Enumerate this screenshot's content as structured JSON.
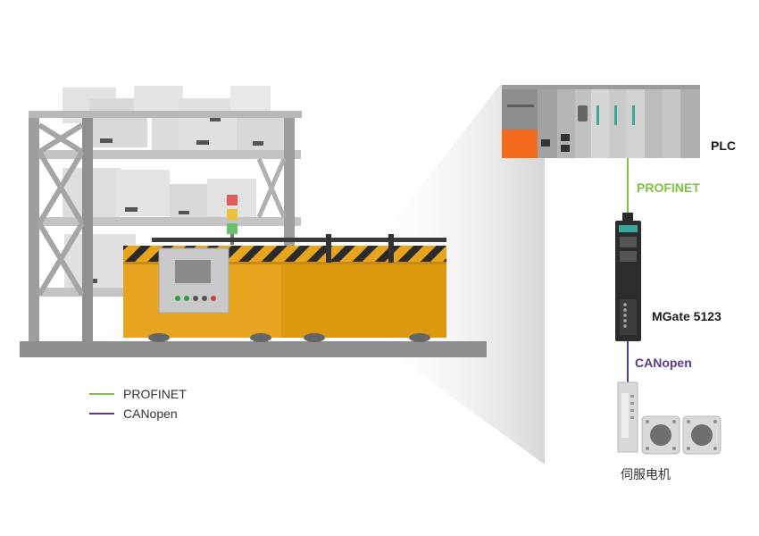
{
  "colors": {
    "profinet": "#7dc242",
    "canopen": "#5b3a8c",
    "agv_body": "#e7a41f",
    "agv_dark": "#d48e10",
    "plc_orange": "#f26a1b",
    "moxa_teal": "#3aa69a"
  },
  "labels": {
    "plc": "PLC",
    "profinet": "PROFINET",
    "mgate": "MGate 5123",
    "canopen": "CANopen",
    "servo": "伺服电机"
  },
  "legend": [
    {
      "label": "PROFINET",
      "color": "#7dc242"
    },
    {
      "label": "CANopen",
      "color": "#5b3a8c"
    }
  ]
}
